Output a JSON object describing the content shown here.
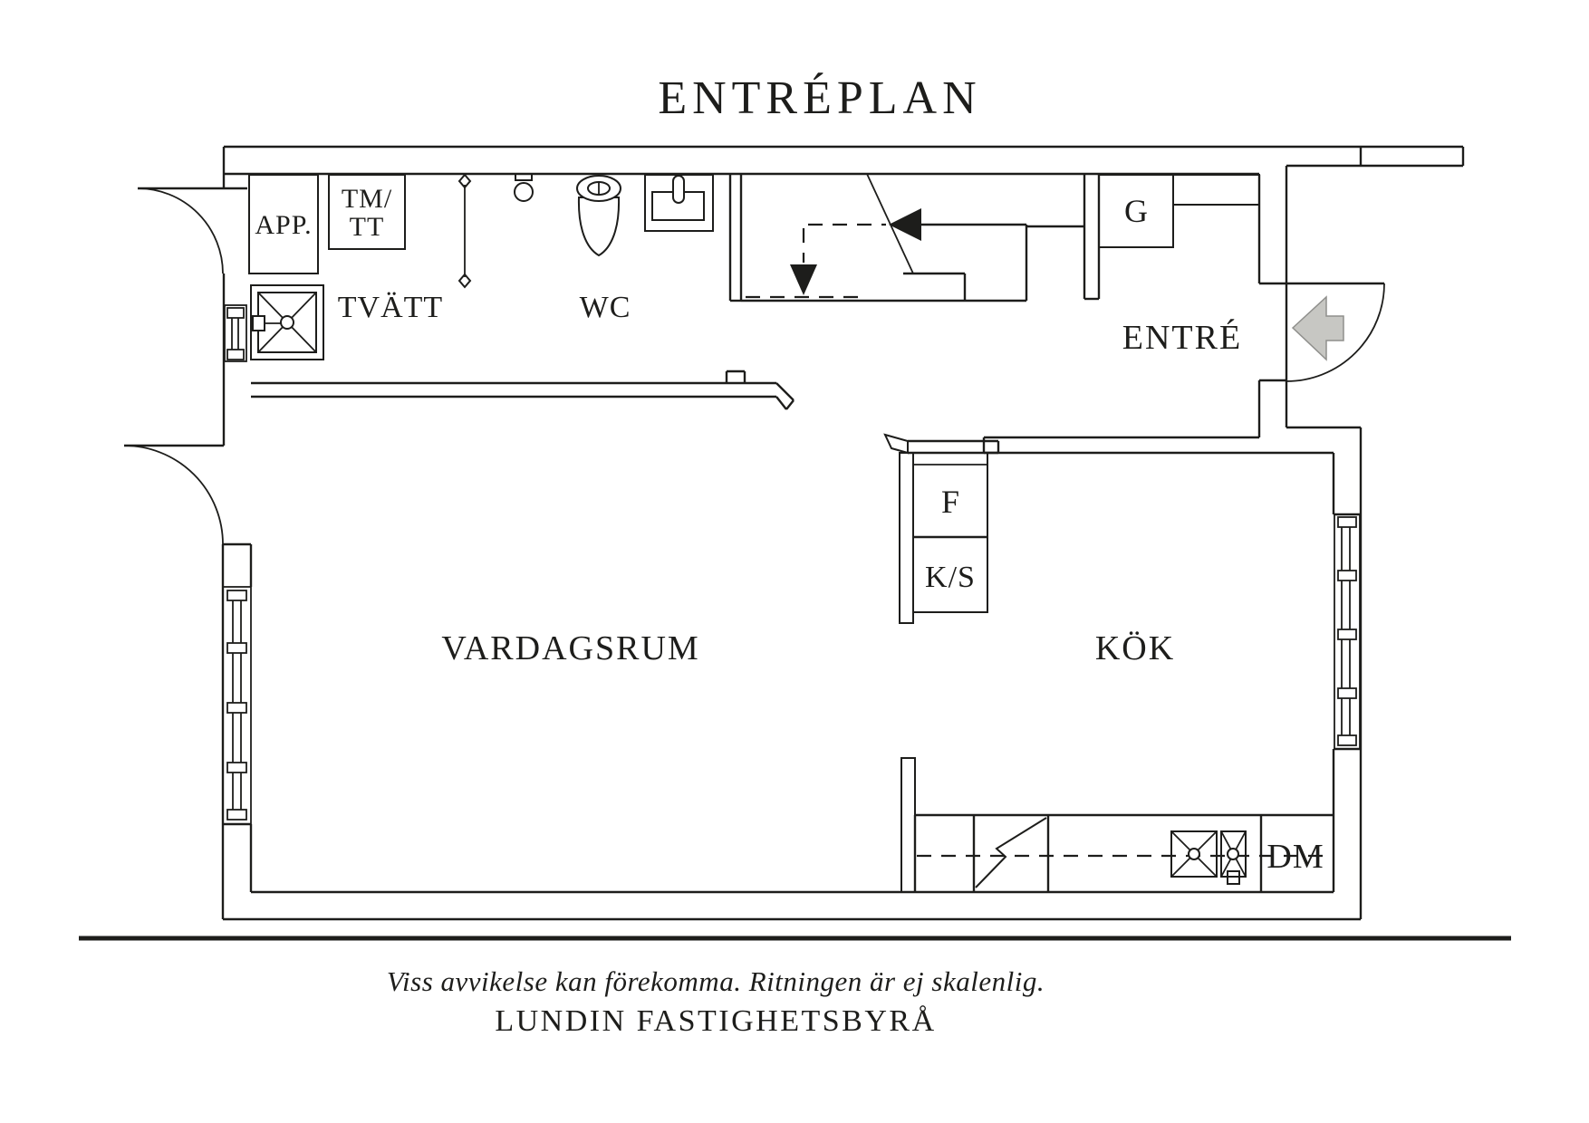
{
  "title": "ENTRÉPLAN",
  "rooms": {
    "vardagsrum": "VARDAGSRUM",
    "kok": "KÖK",
    "entre": "ENTRÉ",
    "tvatt": "TVÄTT",
    "wc": "WC"
  },
  "fixtures": {
    "app": "APP.",
    "tm_tt_line1": "TM/",
    "tm_tt_line2": "TT",
    "g": "G",
    "f": "F",
    "ks": "K/S",
    "dm": "DM"
  },
  "footer": {
    "disclaimer": "Viss avvikelse kan förekomma. Ritningen är ej skalenlig.",
    "company": "LUNDIN FASTIGHETSBYRÅ"
  },
  "colors": {
    "line": "#1d1d1b",
    "entry_arrow_fill": "#c7c7c3",
    "entry_arrow_stroke": "#8f8f8c"
  }
}
